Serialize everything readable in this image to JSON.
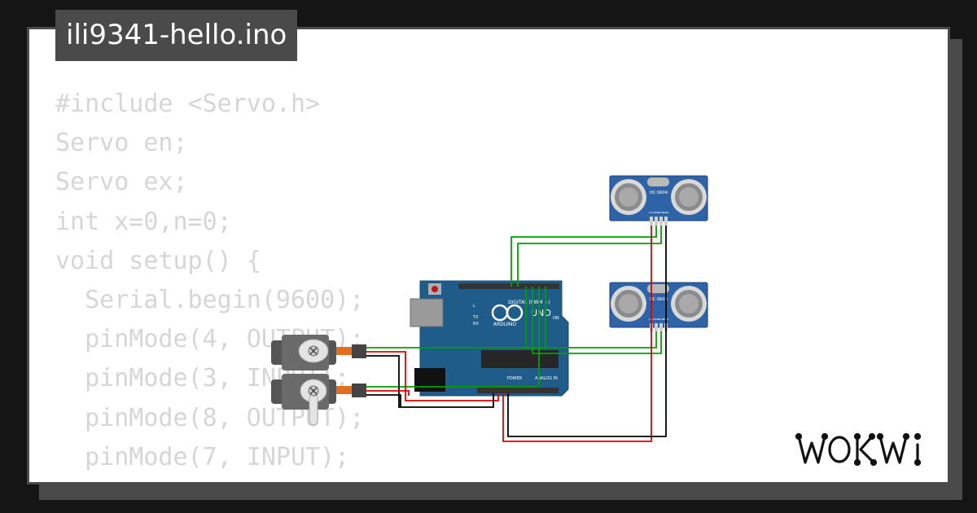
{
  "project": {
    "filename": "ili9341-hello.ino"
  },
  "code_lines": [
    "#include <Servo.h>",
    "Servo en;",
    "Servo ex;",
    "int x=0,n=0;",
    "void setup() {",
    "  Serial.begin(9600);",
    "  pinMode(4, OUTPUT);",
    "  pinMode(3, INPUT);",
    "  pinMode(8, OUTPUT);",
    "  pinMode(7, INPUT);",
    "  }"
  ],
  "components": {
    "sensor_label": "HC-SR04",
    "sensor_pins": [
      "VCC",
      "TRIG",
      "ECHO",
      "GND"
    ],
    "board_logo": "UNO",
    "board_brand": "ARDUINO",
    "digital_label": "DIGITAL (PWM ~)",
    "power_label": "POWER",
    "analog_label": "ANALOG IN",
    "on_label": "ON",
    "tx_label": "TX",
    "rx_label": "RX",
    "l_label": "L"
  },
  "brand": {
    "logo_text": "WOKWI"
  },
  "colors": {
    "background": "#151515",
    "card": "#ffffff",
    "frame": "#4a4a4a",
    "code_text": "#d6d6d6",
    "board": "#1f5c8a",
    "sensor": "#2e63a8",
    "wire_green": "#00a000",
    "wire_red": "#e00000",
    "wire_black": "#000000",
    "servo_body": "#555555"
  },
  "icons": [
    "servo-motor-icon",
    "ultrasonic-sensor-icon",
    "arduino-uno-icon",
    "wokwi-logo-icon"
  ]
}
